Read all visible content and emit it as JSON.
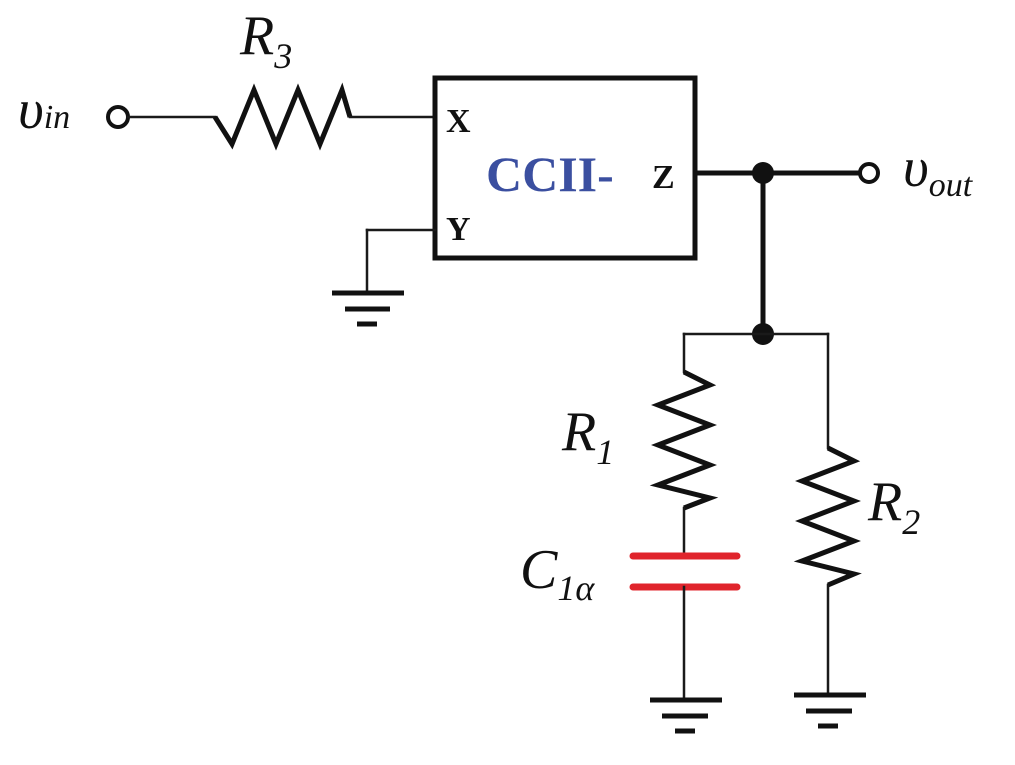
{
  "block": {
    "label": "CCII-",
    "color": "#3b4fa0"
  },
  "ports": {
    "x": "X",
    "y": "Y",
    "z": "Z"
  },
  "nodes": {
    "input": {
      "symbol": "υ",
      "sub": "in"
    },
    "output": {
      "symbol": "υ",
      "sub": "out"
    }
  },
  "components": {
    "r3": {
      "symbol": "R",
      "sub": "3"
    },
    "r1": {
      "symbol": "R",
      "sub": "1"
    },
    "r2": {
      "symbol": "R",
      "sub": "2"
    },
    "c1a": {
      "symbol": "C",
      "sub": "1α",
      "color": "#e0242c"
    }
  }
}
